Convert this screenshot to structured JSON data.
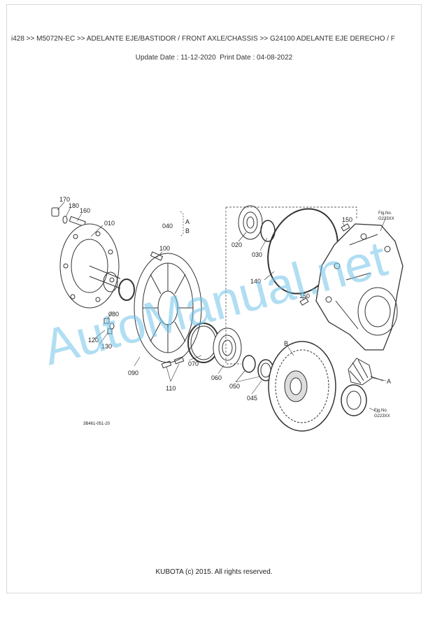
{
  "header": {
    "breadcrumb": "i428 >> M5072N-EC >> ADELANTE EJE/BASTIDOR / FRONT AXLE/CHASSIS >> G24100   ADELANTE EJE DERECHO / F",
    "update_date": "Update Date : 11-12-2020",
    "print_date": "Print Date : 04-08-2022"
  },
  "diagram": {
    "part_labels": {
      "p170": "170",
      "p180": "180",
      "p160": "160",
      "p010": "010",
      "p040": "040",
      "a1": "A",
      "b1": "B",
      "p100": "100",
      "p020": "020",
      "p030": "030",
      "p140": "140",
      "p150a": "150",
      "p150b": "150",
      "p080": "080",
      "p120": "120",
      "p130": "130",
      "p090": "090",
      "p070": "070",
      "p110": "110",
      "p060": "060",
      "p050": "050",
      "p045": "045",
      "b2": "B",
      "a2": "A"
    },
    "figno1": {
      "title": "Fig.No.",
      "code": "G223XX"
    },
    "figno2": {
      "title": "Fig.No.",
      "code": "G223XX"
    },
    "drawing_code": "3B461-051-20"
  },
  "watermark": "AutoManual.net",
  "footer": "KUBOTA (c) 2015. All rights reserved."
}
